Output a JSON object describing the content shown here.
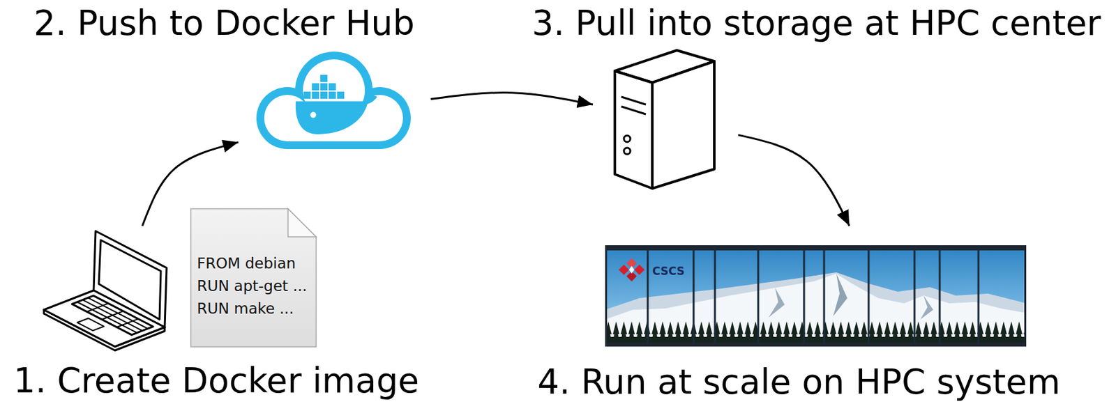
{
  "diagram": {
    "nodes": [
      {
        "text": [
          "1. Create Docker image"
        ]
      },
      {
        "text": [
          "FROM debian",
          "RUN apt-get ...",
          "RUN make ..."
        ]
      },
      {
        "text": [
          "2. Push to Docker Hub"
        ]
      },
      {
        "text": [
          "3. Pull into storage at HPC center"
        ]
      },
      {
        "text": [
          "4. Run at scale on HPC system"
        ]
      }
    ],
    "edges": [
      {
        "from": 0,
        "to": 2,
        "arrow": "to"
      },
      {
        "from": 2,
        "to": 3,
        "arrow": "to"
      },
      {
        "from": 3,
        "to": 4,
        "arrow": "to"
      }
    ],
    "labels": [
      "CSCS"
    ]
  }
}
